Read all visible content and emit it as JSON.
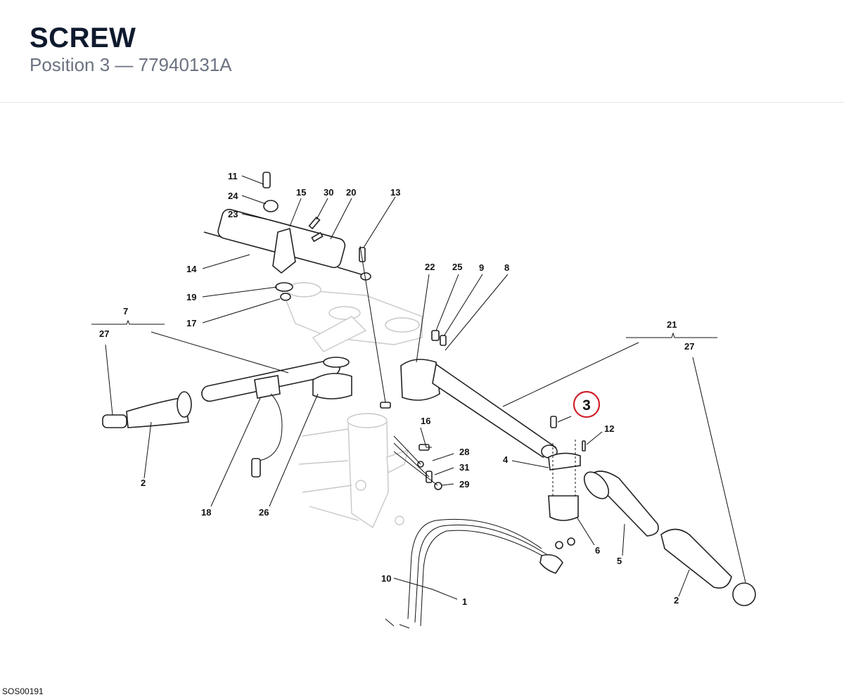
{
  "header": {
    "title": "SCREW",
    "subtitle": "Position 3 — 77940131A"
  },
  "diagram": {
    "highlight": {
      "label": "3",
      "color": "#d0202a"
    },
    "callouts": [
      "11",
      "24",
      "23",
      "15",
      "30",
      "20",
      "13",
      "14",
      "19",
      "17",
      "22",
      "25",
      "9",
      "8",
      "7",
      "27",
      "21",
      "27",
      "16",
      "28",
      "31",
      "29",
      "12",
      "4",
      "2",
      "18",
      "26",
      "6",
      "5",
      "2",
      "10",
      "1"
    ],
    "reference_code": "SOS00191"
  }
}
